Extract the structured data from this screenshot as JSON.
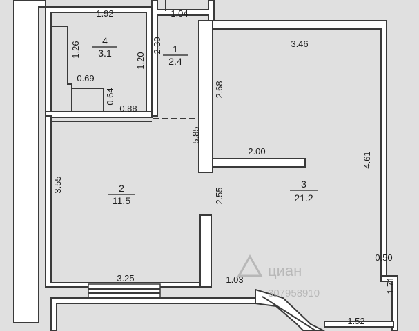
{
  "rooms": [
    {
      "number": "1",
      "area": "2.4"
    },
    {
      "number": "2",
      "area": "11.5"
    },
    {
      "number": "3",
      "area": "21.2"
    },
    {
      "number": "4",
      "area": "3.1"
    }
  ],
  "dimensions": {
    "d_192": "1.92",
    "d_104": "1.04",
    "d_126": "1.26",
    "d_230": "2.30",
    "d_120": "1.20",
    "d_069": "0.69",
    "d_064": "0.64",
    "d_088": "0.88",
    "d_346": "3.46",
    "d_268": "2.68",
    "d_585": "5.85",
    "d_200": "2.00",
    "d_461": "4.61",
    "d_355": "3.55",
    "d_255": "2.55",
    "d_050": "0.50",
    "d_325": "3.25",
    "d_103": "1.03",
    "d_171": "1.71",
    "d_152": "1.52"
  },
  "watermark": {
    "brand": "циан",
    "code": "307958910"
  }
}
